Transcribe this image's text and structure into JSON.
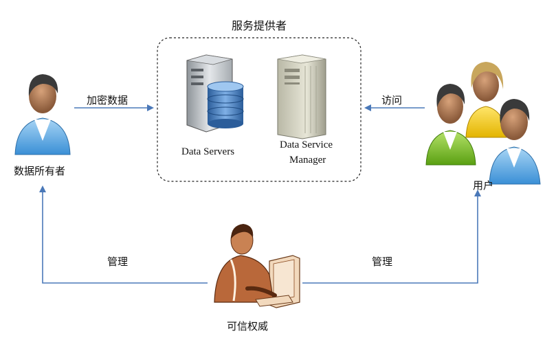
{
  "diagram": {
    "provider_box": {
      "title": "服务提供者",
      "data_servers_label": "Data Servers",
      "data_service_manager_label_line1": "Data Service",
      "data_service_manager_label_line2": "Manager"
    },
    "owner": {
      "label": "数据所有者"
    },
    "users": {
      "label": "用户"
    },
    "authority": {
      "label": "可信权威"
    },
    "edges": {
      "owner_to_provider": "加密数据",
      "users_to_provider": "访问",
      "authority_to_owner": "管理",
      "authority_to_users": "管理"
    },
    "colors": {
      "arrow": "#4a78b8",
      "box_border": "#222222"
    },
    "icons": {
      "owner": "person-icon",
      "users": "user-group-icon",
      "authority": "computer-operator-icon",
      "database_server": "database-server-icon",
      "tower_server": "tower-server-icon"
    }
  }
}
